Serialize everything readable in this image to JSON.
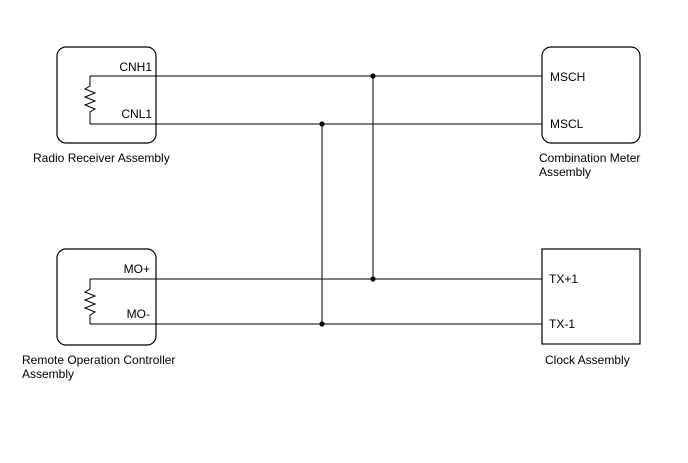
{
  "components": {
    "radio_receiver": {
      "caption": [
        "Radio Receiver Assembly"
      ],
      "pins": {
        "high": "CNH1",
        "low": "CNL1"
      }
    },
    "combination_meter": {
      "caption": [
        "Combination Meter",
        "Assembly"
      ],
      "pins": {
        "high": "MSCH",
        "low": "MSCL"
      }
    },
    "remote_controller": {
      "caption": [
        "Remote Operation Controller",
        "Assembly"
      ],
      "pins": {
        "high": "MO+",
        "low": "MO-"
      }
    },
    "clock": {
      "caption": [
        "Clock Assembly"
      ],
      "pins": {
        "high": "TX+1",
        "low": "TX-1"
      }
    }
  }
}
